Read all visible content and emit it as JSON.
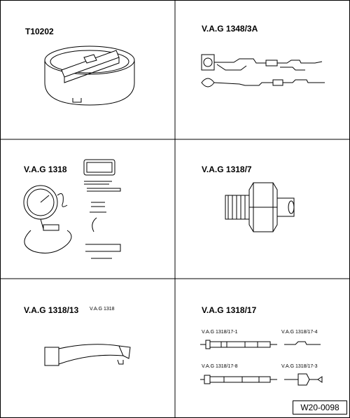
{
  "cells": [
    {
      "id": "t10202",
      "label": "T10202"
    },
    {
      "id": "vag1348-3a",
      "label": "V.A.G 1348/3A"
    },
    {
      "id": "vag1318",
      "label": "V.A.G 1318",
      "case_label": "V.A.G 1318"
    },
    {
      "id": "vag1318-7",
      "label": "V.A.G 1318/7"
    },
    {
      "id": "vag1318-13",
      "label": "V.A.G 1318/13"
    },
    {
      "id": "vag1318-17",
      "label": "V.A.G 1318/17",
      "parts": [
        "V.A.G 1318/17-1",
        "V.A.G 1318/17-4",
        "V.A.G 1318/17-8",
        "V.A.G 1318/17-3"
      ]
    }
  ],
  "figure_id": "W20-0098"
}
